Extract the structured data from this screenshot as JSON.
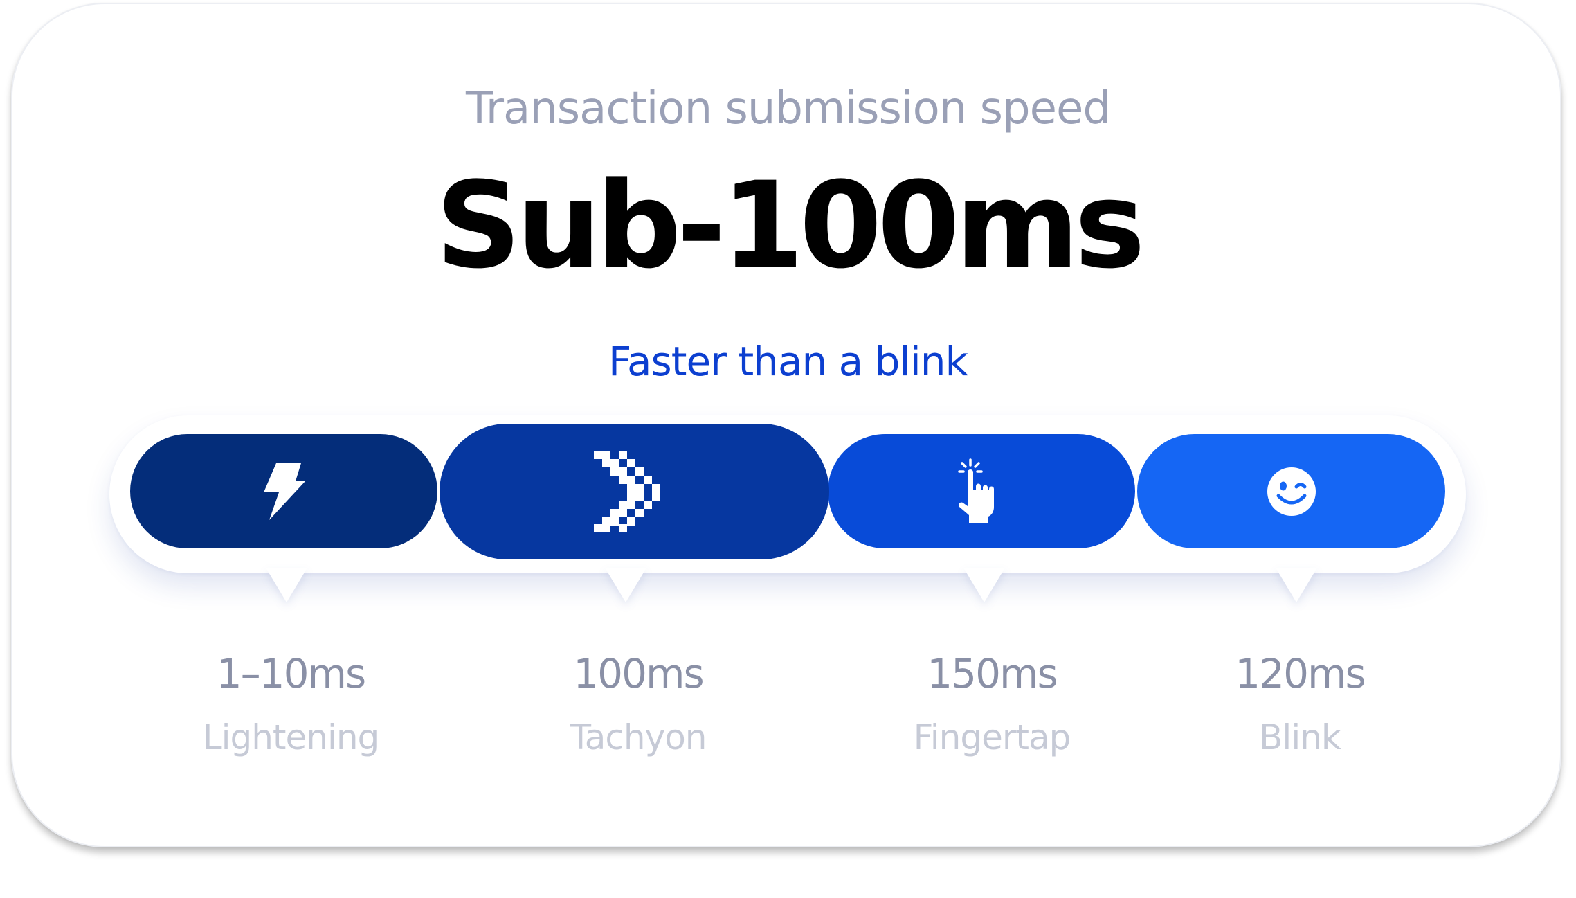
{
  "header": {
    "eyebrow": "Transaction submission speed",
    "headline": "Sub-100ms",
    "subline": "Faster than a blink"
  },
  "colors": {
    "pill_lightening": "#042d7a",
    "pill_tachyon": "#0637a0",
    "pill_fingertap": "#084bd8",
    "pill_blink": "#1566f4",
    "subline": "#0c3fd0"
  },
  "speeds": [
    {
      "name": "Lightening",
      "value": "1–10ms",
      "icon": "lightning-icon"
    },
    {
      "name": "Tachyon",
      "value": "100ms",
      "icon": "pixel-chevron-icon"
    },
    {
      "name": "Fingertap",
      "value": "150ms",
      "icon": "pointing-hand-icon"
    },
    {
      "name": "Blink",
      "value": "120ms",
      "icon": "winking-face-icon"
    }
  ]
}
